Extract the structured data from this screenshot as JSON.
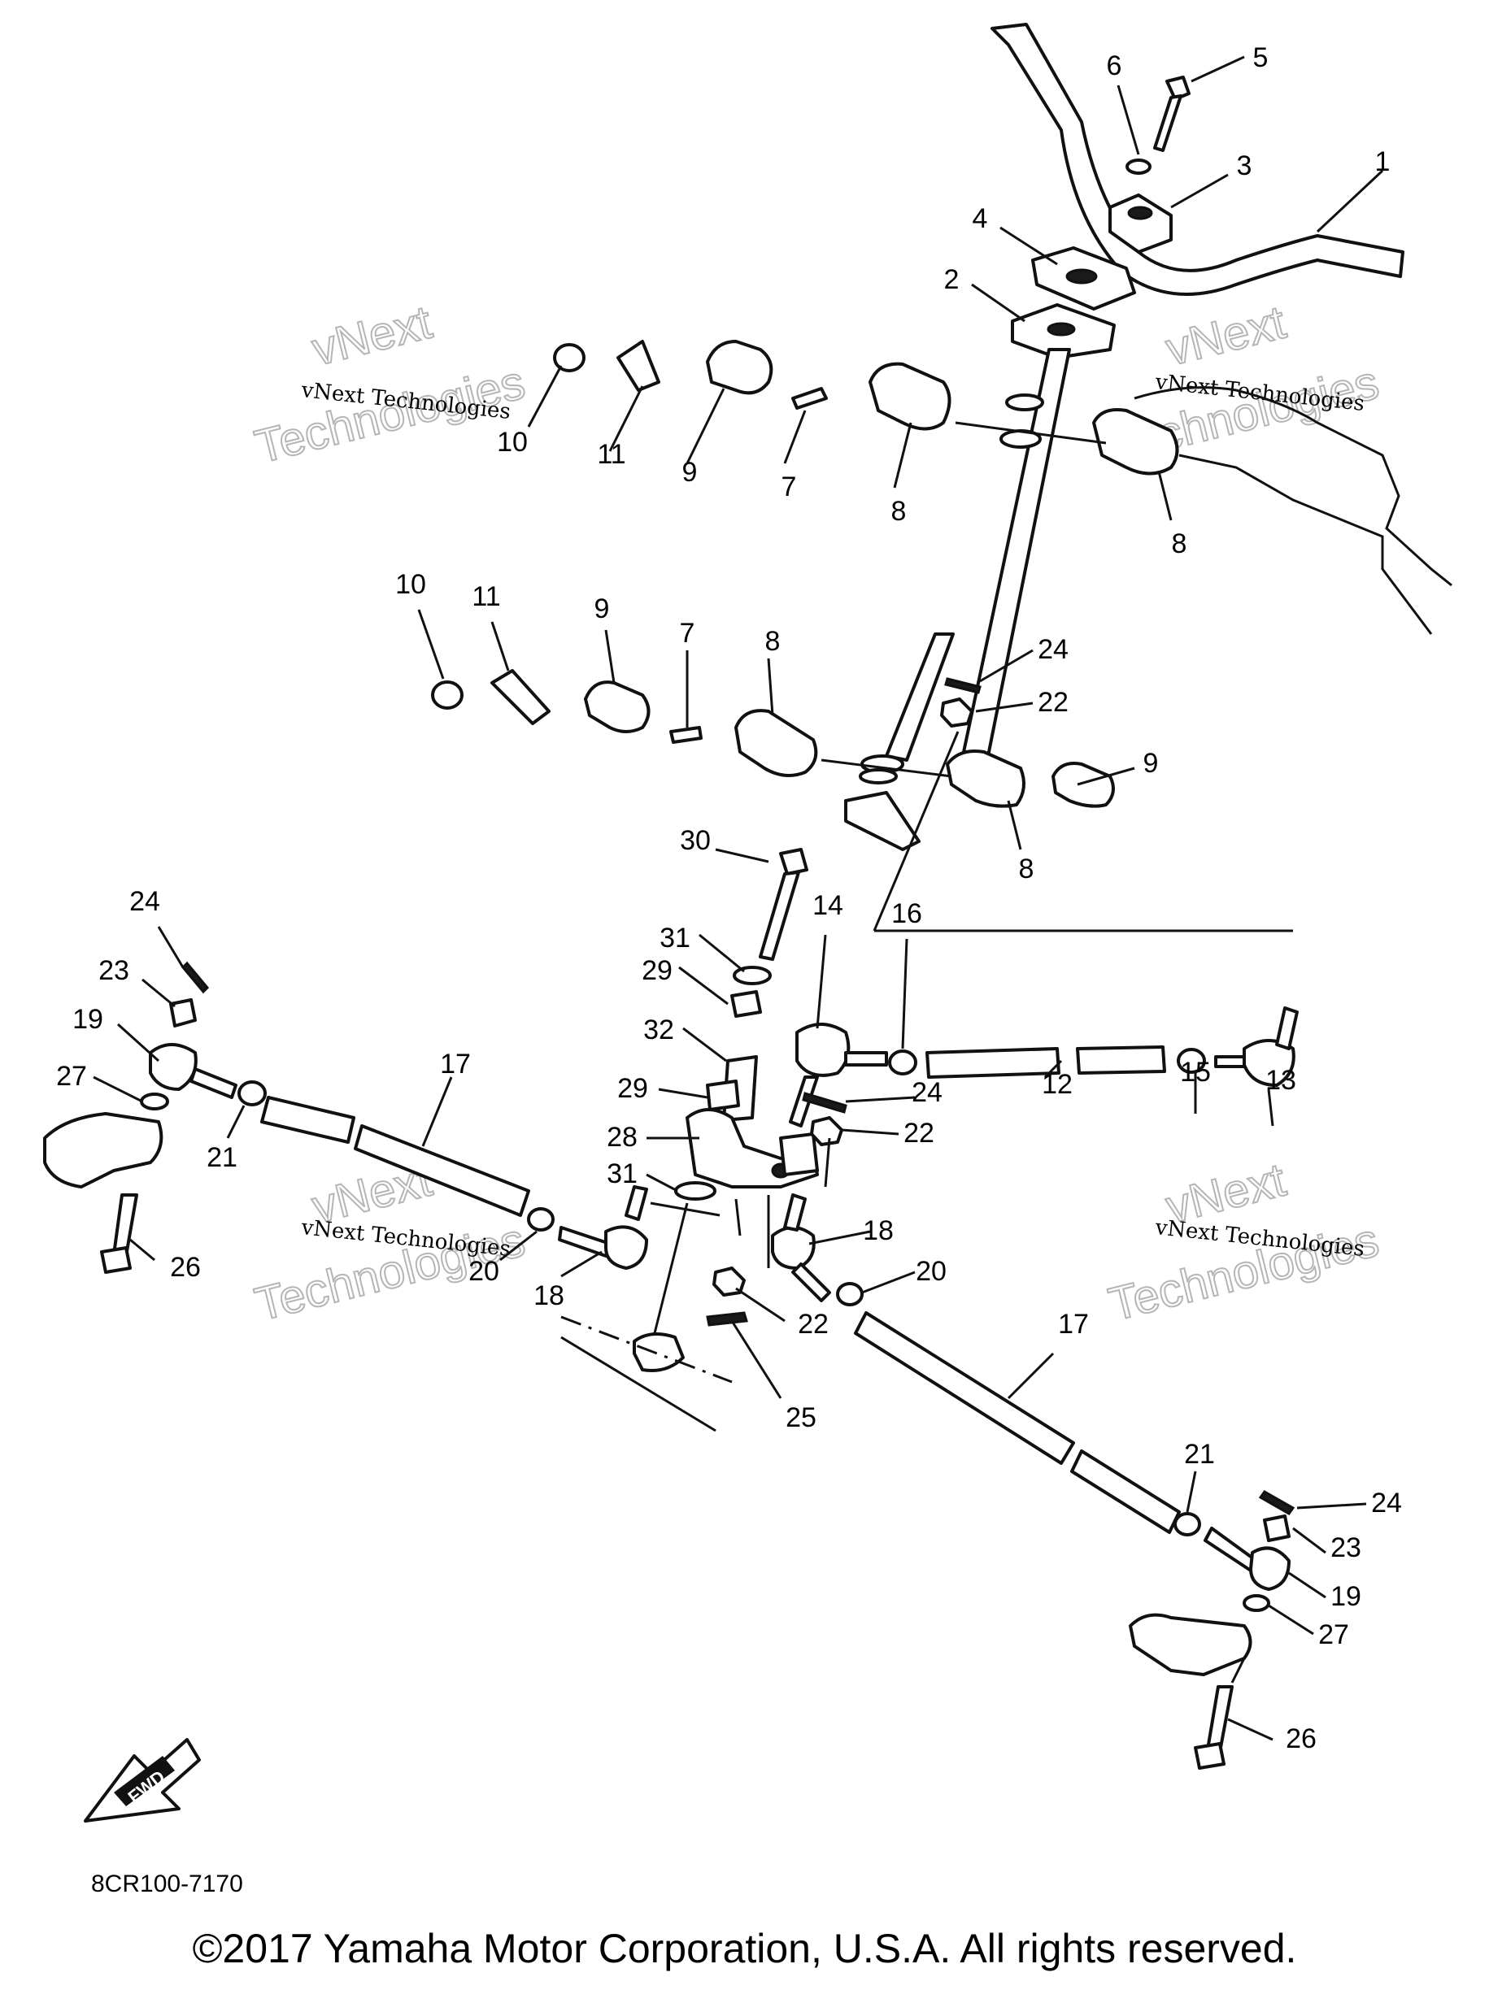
{
  "watermark": {
    "company_line": "vNext Technologies",
    "outline_top": "vNext",
    "outline_bottom": "Technologies"
  },
  "diagram_code": "8CR100-7170",
  "fwd_label": "FWD",
  "copyright": "©2017 Yamaha Motor Corporation, U.S.A. All rights reserved.",
  "callouts": {
    "c1": "1",
    "c2": "2",
    "c3": "3",
    "c4": "4",
    "c5": "5",
    "c6": "6",
    "c7a": "7",
    "c7b": "7",
    "c8a": "8",
    "c8b": "8",
    "c8c": "8",
    "c8d": "8",
    "c9a": "9",
    "c9b": "9",
    "c9c": "9",
    "c10a": "10",
    "c10b": "10",
    "c11a": "11",
    "c11b": "11",
    "c12": "12",
    "c13": "13",
    "c14": "14",
    "c15": "15",
    "c16": "16",
    "c17a": "17",
    "c17b": "17",
    "c18a": "18",
    "c18b": "18",
    "c19a": "19",
    "c19b": "19",
    "c20a": "20",
    "c20b": "20",
    "c21a": "21",
    "c21b": "21",
    "c22a": "22",
    "c22b": "22",
    "c22c": "22",
    "c23a": "23",
    "c23b": "23",
    "c24a": "24",
    "c24b": "24",
    "c24c": "24",
    "c24d": "24",
    "c25": "25",
    "c26a": "26",
    "c26b": "26",
    "c27a": "27",
    "c27b": "27",
    "c28": "28",
    "c29a": "29",
    "c29b": "29",
    "c30": "30",
    "c31a": "31",
    "c31b": "31",
    "c32": "32"
  }
}
